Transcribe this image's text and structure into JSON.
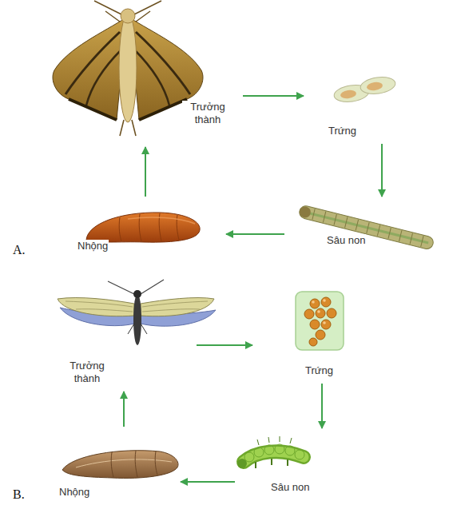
{
  "diagram": {
    "nodes": [
      {
        "text": [
          "Trưởng thành"
        ]
      },
      {
        "text": [
          "Trứng"
        ]
      },
      {
        "text": [
          "Sâu non"
        ]
      },
      {
        "text": [
          "Nhộng"
        ]
      },
      {
        "text": [
          "Trưởng thành"
        ]
      },
      {
        "text": [
          "Trứng"
        ]
      },
      {
        "text": [
          "Sâu non"
        ]
      },
      {
        "text": [
          "Nhộng"
        ]
      }
    ],
    "edges": [
      {
        "from": 0,
        "to": 1,
        "arrow": "to"
      },
      {
        "from": 1,
        "to": 2,
        "arrow": "to"
      },
      {
        "from": 2,
        "to": 3,
        "arrow": "to"
      },
      {
        "from": 3,
        "to": 0,
        "arrow": "to"
      },
      {
        "from": 4,
        "to": 5,
        "arrow": "to"
      },
      {
        "from": 5,
        "to": 6,
        "arrow": "to"
      },
      {
        "from": 6,
        "to": 7,
        "arrow": "to"
      },
      {
        "from": 7,
        "to": 4,
        "arrow": "to"
      }
    ],
    "labels": [
      "A.",
      "B."
    ]
  }
}
